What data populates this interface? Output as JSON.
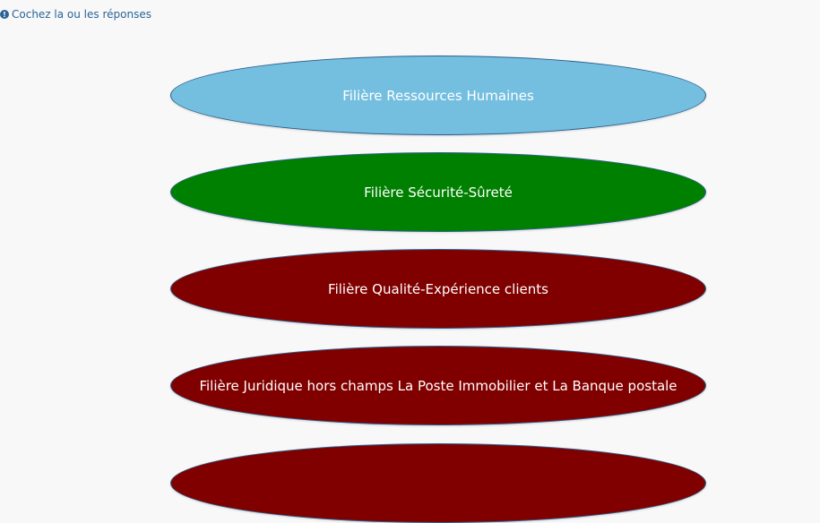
{
  "instruction": {
    "icon": "info-exclamation-icon",
    "text": "Cochez la ou les réponses"
  },
  "options": [
    {
      "label": "Filière Ressources Humaines",
      "color": "#74bfe0"
    },
    {
      "label": "Filière Sécurité-Sûreté",
      "color": "#008000"
    },
    {
      "label": "Filière Qualité-Expérience clients",
      "color": "#800000"
    },
    {
      "label": "Filière Juridique hors champs La Poste Immobilier et La Banque postale",
      "color": "#800000"
    },
    {
      "label": "",
      "color": "#800000"
    }
  ]
}
